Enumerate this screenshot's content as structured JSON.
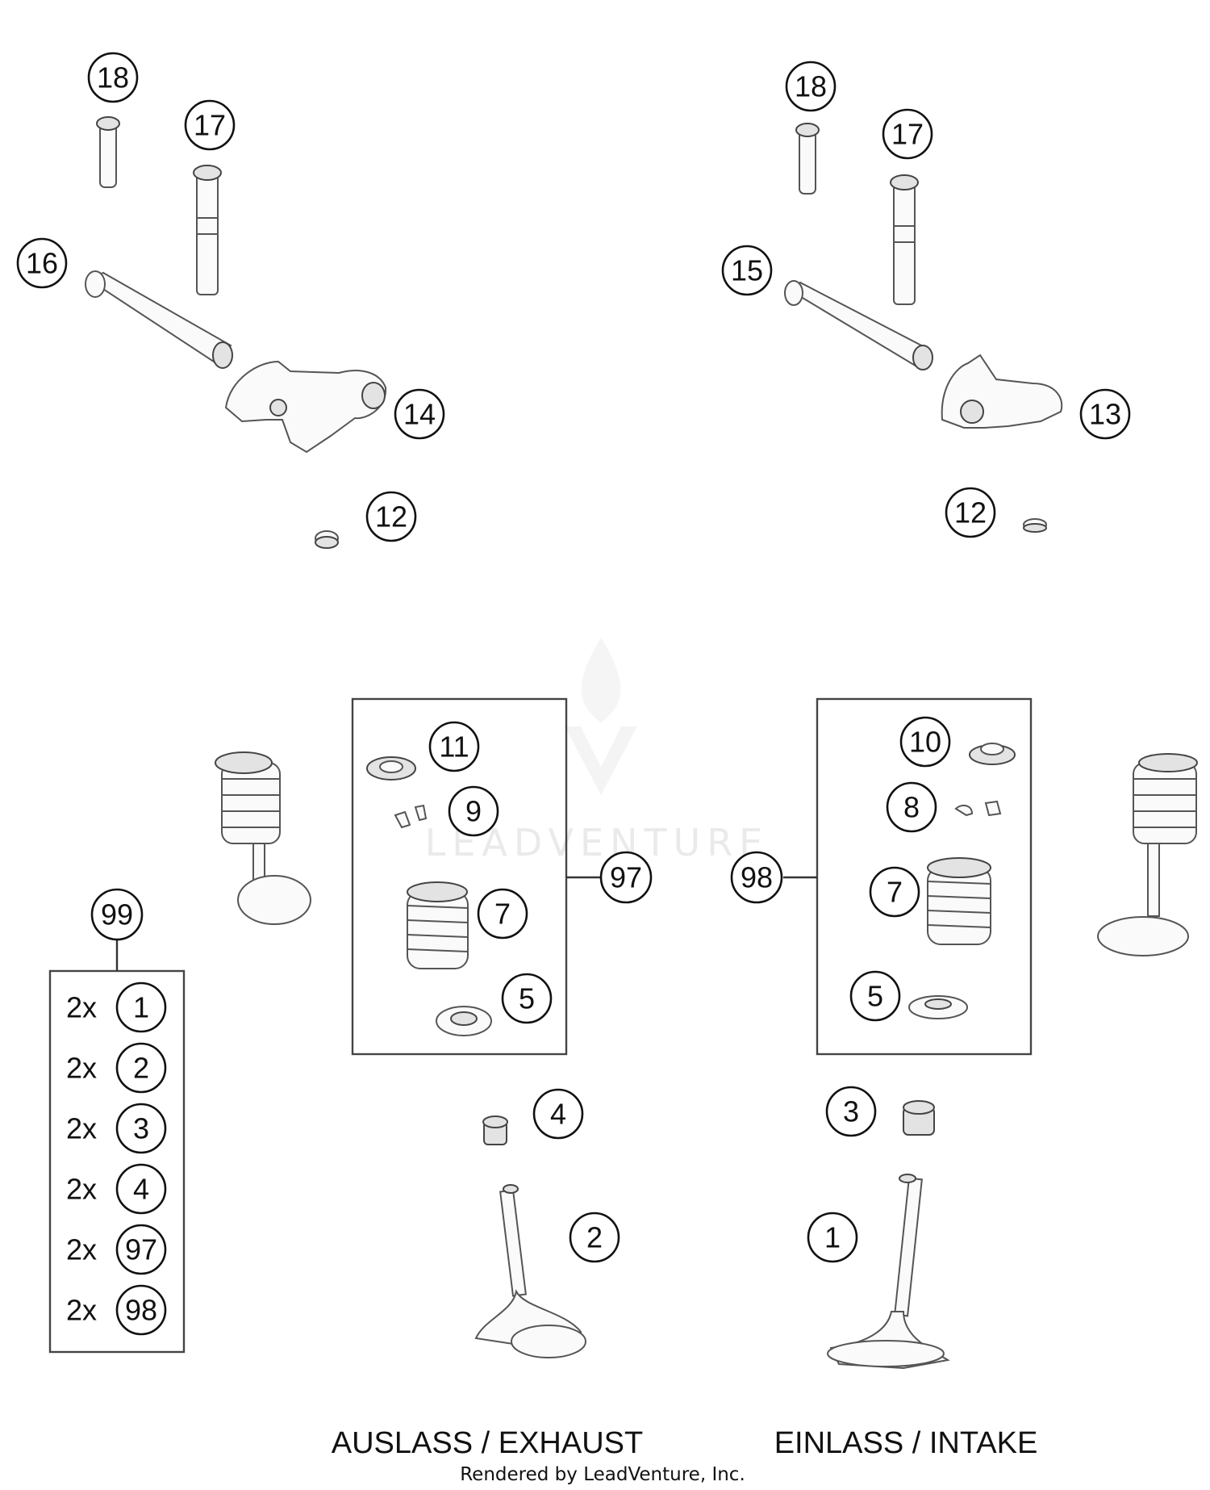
{
  "callouts": {
    "c18_exhaust": "18",
    "c17_exhaust": "17",
    "c16": "16",
    "c14": "14",
    "c12_exhaust": "12",
    "c18_intake": "18",
    "c17_intake": "17",
    "c15": "15",
    "c13": "13",
    "c12_intake": "12",
    "c11": "11",
    "c9": "9",
    "c7_exhaust": "7",
    "c5_exhaust": "5",
    "c97": "97",
    "c10": "10",
    "c8": "8",
    "c7_intake": "7",
    "c5_intake": "5",
    "c98": "98",
    "c99": "99",
    "c4": "4",
    "c3": "3",
    "c2": "2",
    "c1": "1"
  },
  "kit99": [
    {
      "qty": "2x",
      "part": "1"
    },
    {
      "qty": "2x",
      "part": "2"
    },
    {
      "qty": "2x",
      "part": "3"
    },
    {
      "qty": "2x",
      "part": "4"
    },
    {
      "qty": "2x",
      "part": "97"
    },
    {
      "qty": "2x",
      "part": "98"
    }
  ],
  "captions": {
    "exhaust": "AUSLASS / EXHAUST",
    "intake": "EINLASS / INTAKE"
  },
  "footer": "Rendered by LeadVenture, Inc.",
  "watermark": "LEADVENTURE"
}
